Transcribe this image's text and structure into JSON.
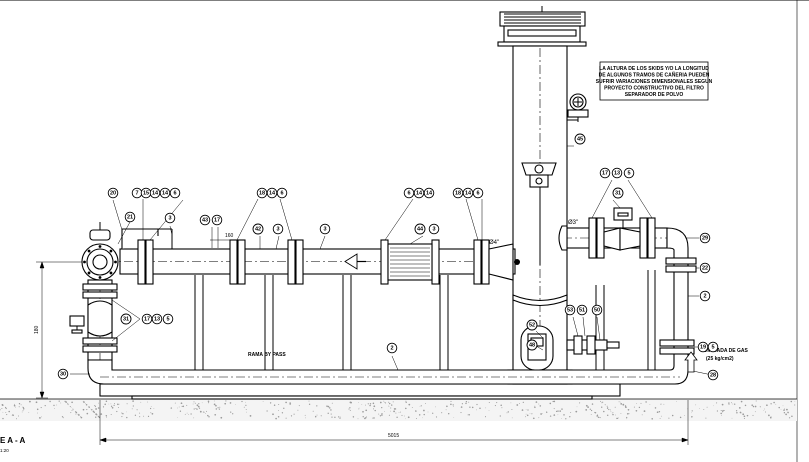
{
  "note": {
    "lines": [
      "LA ALTURA DE LOS SKIDS Y/O LA LONGITUD",
      "DE ALGUNOS TRAMOS DE CAÑERIA PUEDEN",
      "SUFRIR VARIACIONES DIMENSIONALES SEGUN",
      "PROYECTO CONSTRUCTIVO DEL FILTRO",
      "SEPARADOR DE POLVO"
    ]
  },
  "labels": {
    "bypass": "RAMA BY PASS",
    "inlet_line1": "ENTRADA DE GAS",
    "inlet_line2": "(25 kg/cm2)",
    "pipe_size_main": "Ø4\"",
    "pipe_size_branch": "Ø3\"",
    "dim_160": "160",
    "dim_height": "180",
    "dim_length": "5015",
    "section_title": "E A - A",
    "section_scale": "1:20"
  },
  "bubbles": [
    {
      "id": "b20",
      "text": "20"
    },
    {
      "id": "b7",
      "text": "7"
    },
    {
      "id": "b15",
      "text": "15"
    },
    {
      "id": "b14a",
      "text": "14"
    },
    {
      "id": "b14b",
      "text": "14"
    },
    {
      "id": "b6a",
      "text": "6"
    },
    {
      "id": "b21",
      "text": "21"
    },
    {
      "id": "b3a",
      "text": "3"
    },
    {
      "id": "b43",
      "text": "43"
    },
    {
      "id": "b17a",
      "text": "17"
    },
    {
      "id": "b18a",
      "text": "18"
    },
    {
      "id": "b14c",
      "text": "14"
    },
    {
      "id": "b6b",
      "text": "6"
    },
    {
      "id": "b42",
      "text": "42"
    },
    {
      "id": "b3b",
      "text": "3"
    },
    {
      "id": "b3c",
      "text": "3"
    },
    {
      "id": "b6c",
      "text": "6"
    },
    {
      "id": "b14d",
      "text": "14"
    },
    {
      "id": "b14e",
      "text": "14"
    },
    {
      "id": "b44",
      "text": "44"
    },
    {
      "id": "b3d",
      "text": "3"
    },
    {
      "id": "b18b",
      "text": "18"
    },
    {
      "id": "b14f",
      "text": "14"
    },
    {
      "id": "b6d",
      "text": "6"
    },
    {
      "id": "b45",
      "text": "45"
    },
    {
      "id": "b17b",
      "text": "17"
    },
    {
      "id": "b13a",
      "text": "13"
    },
    {
      "id": "b5a",
      "text": "5"
    },
    {
      "id": "b31a",
      "text": "31"
    },
    {
      "id": "b29",
      "text": "29"
    },
    {
      "id": "b22",
      "text": "22"
    },
    {
      "id": "b2a",
      "text": "2"
    },
    {
      "id": "b31b",
      "text": "31"
    },
    {
      "id": "b17c",
      "text": "17"
    },
    {
      "id": "b13b",
      "text": "13"
    },
    {
      "id": "b5b",
      "text": "5"
    },
    {
      "id": "b53",
      "text": "53"
    },
    {
      "id": "b51",
      "text": "51"
    },
    {
      "id": "b50",
      "text": "50"
    },
    {
      "id": "b52",
      "text": "52"
    },
    {
      "id": "b2b",
      "text": "2"
    },
    {
      "id": "b19",
      "text": "19"
    },
    {
      "id": "b5c",
      "text": "5"
    },
    {
      "id": "b30",
      "text": "30"
    },
    {
      "id": "b28",
      "text": "28"
    },
    {
      "id": "b48",
      "text": "48"
    }
  ]
}
